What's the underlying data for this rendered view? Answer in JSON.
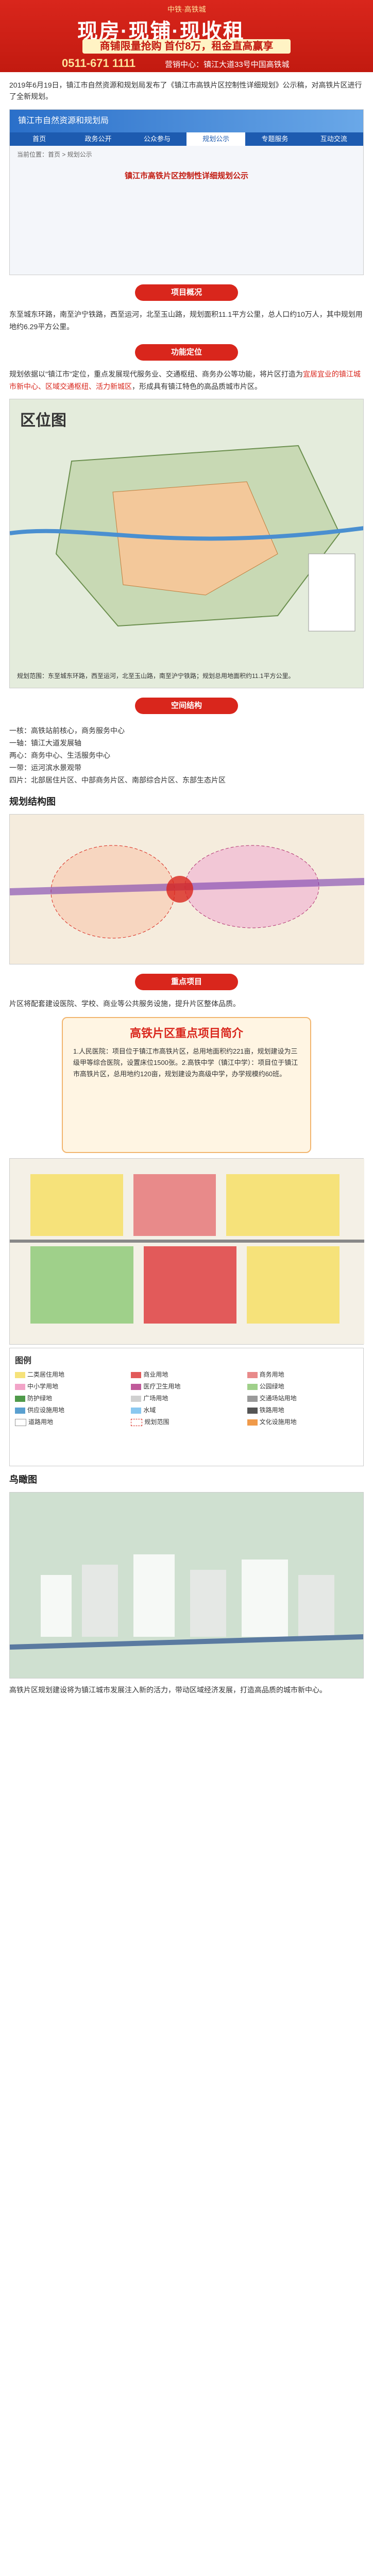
{
  "banner": {
    "logo": "中铁·高铁城",
    "slogan": "现房·现铺·现收租",
    "sub": "商铺限量抢购 首付8万，租金直高赢享",
    "hotline": "0511-671 1111",
    "addr": "营销中心：镇江大道33号中国高铁城"
  },
  "intro": {
    "text": "2019年6月19日，镇江市自然资源和规划局发布了《镇江市高铁片区控制性详细规划》公示稿，对高铁片区进行了全新规划。"
  },
  "screenshot": {
    "header": "镇江市自然资源和规划局",
    "nav": [
      "首页",
      "政务公开",
      "公众参与",
      "规划公示",
      "专题服务",
      "互动交流"
    ],
    "crumb": "当前位置：首页 > 规划公示",
    "doc_title": "镇江市高铁片区控制性详细规划公示"
  },
  "sections": {
    "basic": "项目概况",
    "position": "功能定位",
    "space": "空间结构",
    "key": "重点项目"
  },
  "basic_text": "东至城东环路，南至沪宁铁路，西至运河，北至玉山路，规划面积11.1平方公里，总人口约10万人，其中规划用地约6.29平方公里。",
  "position_text": {
    "a": "规划依据以\"镇江市\"定位，重点发展现代服务业、交通枢纽、商务办公等功能，将片区打造为",
    "b": "宜居宜业的镇江城市新中心、区域交通枢纽、活力新城区",
    "c": "，形成具有镇江特色的高品质城市片区。"
  },
  "map": {
    "tag": "区位图",
    "caption": "规划范围：东至城东环路，西至运河，北至玉山路，南至沪宁铁路；规划总用地面积约11.1平方公里。"
  },
  "space_info": {
    "a": "一核：高铁站前核心，商务服务中心",
    "b": "一轴：镇江大道发展轴",
    "c": "两心：商务中心、生活服务中心",
    "d": "一带：运河滨水景观带",
    "e": "四片：北部居住片区、中部商务片区、南部综合片区、东部生态片区"
  },
  "plan": {
    "title": "规划结构图"
  },
  "key_text": "片区将配套建设医院、学校、商业等公共服务设施，提升片区整体品质。",
  "card": {
    "title": "高铁片区重点项目简介",
    "body": "1.人民医院：项目位于镇江市高铁片区，总用地面积约221亩，规划建设为三级甲等综合医院，设置床位1500张。2.高铁中学（镇江中学）：项目位于镇江市高铁片区，总用地约120亩，规划建设为高级中学，办学规模约60班。"
  },
  "legend": {
    "title": "图例",
    "items": [
      "二类居住用地",
      "商业用地",
      "商务用地",
      "中小学用地",
      "医疗卫生用地",
      "公园绿地",
      "防护绿地",
      "广场用地",
      "交通场站用地",
      "供应设施用地",
      "水域",
      "铁路用地",
      "道路用地",
      "规划范围",
      "文化设施用地"
    ]
  },
  "aerial": {
    "title": "鸟瞰图"
  },
  "footer_text": "高铁片区规划建设将为镇江城市发展注入新的活力，带动区域经济发展，打造高品质的城市新中心。"
}
